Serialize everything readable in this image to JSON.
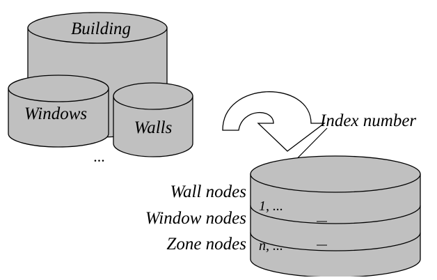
{
  "colors": {
    "cylinder_fill": "#c0c0c0",
    "outline": "#000000",
    "background": "#ffffff"
  },
  "left_group": {
    "building_label": "Building",
    "windows_label": "Windows",
    "walls_label": "Walls",
    "ellipsis": "..."
  },
  "arrow": {
    "icon": "curved-arrow-icon"
  },
  "index_label": "Index number",
  "right_stack": {
    "rows": [
      {
        "label": "Wall nodes",
        "value": "1, ..."
      },
      {
        "label": "Window nodes",
        "value": ""
      },
      {
        "label": "Zone nodes",
        "value": "n, ..."
      }
    ]
  }
}
